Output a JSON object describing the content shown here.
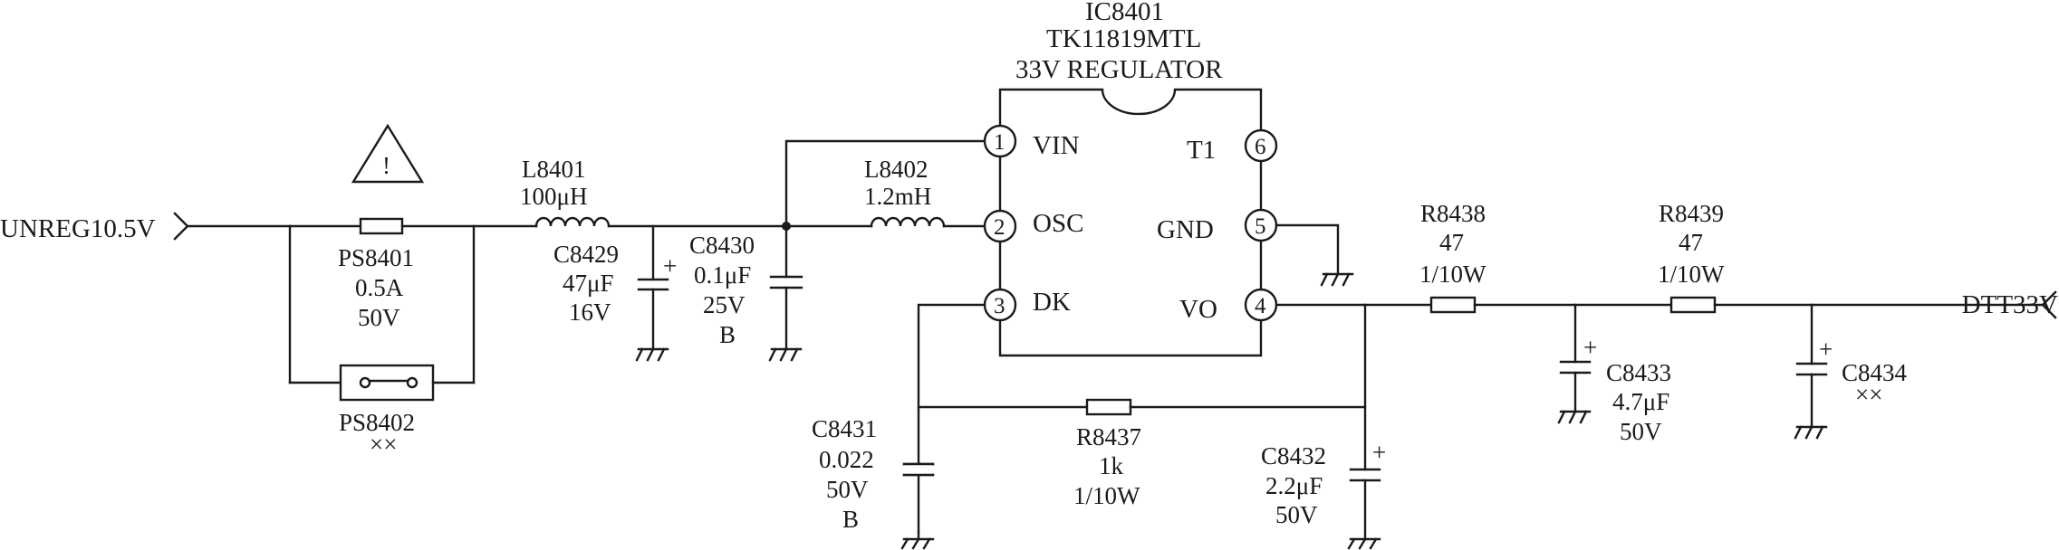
{
  "ic": {
    "ref": "IC8401",
    "part": "TK11819MTL",
    "desc": "33V REGULATOR",
    "pins": [
      {
        "num": "1",
        "name": "VIN"
      },
      {
        "num": "2",
        "name": "OSC"
      },
      {
        "num": "3",
        "name": "DK"
      },
      {
        "num": "6",
        "name": "T1"
      },
      {
        "num": "5",
        "name": "GND"
      },
      {
        "num": "4",
        "name": "VO"
      }
    ]
  },
  "ports": {
    "input": "UNREG10.5V",
    "output": "DTT33V"
  },
  "warning": {
    "symbol": "!"
  },
  "components": {
    "PS8401": {
      "ref": "PS8401",
      "rating": "0.5A",
      "voltage": "50V"
    },
    "PS8402": {
      "ref": "PS8402",
      "note": "××"
    },
    "L8401": {
      "ref": "L8401",
      "value": "100μH"
    },
    "L8402": {
      "ref": "L8402",
      "value": "1.2mH"
    },
    "C8429": {
      "ref": "C8429",
      "value": "47μF",
      "voltage": "16V"
    },
    "C8430": {
      "ref": "C8430",
      "value": "0.1μF",
      "voltage": "25V",
      "type": "B"
    },
    "C8431": {
      "ref": "C8431",
      "value": "0.022",
      "voltage": "50V",
      "type": "B"
    },
    "C8432": {
      "ref": "C8432",
      "value": "2.2μF",
      "voltage": "50V"
    },
    "C8433": {
      "ref": "C8433",
      "value": "4.7μF",
      "voltage": "50V"
    },
    "C8434": {
      "ref": "C8434",
      "note": "××"
    },
    "R8437": {
      "ref": "R8437",
      "value": "1k",
      "power": "1/10W"
    },
    "R8438": {
      "ref": "R8438",
      "value": "47",
      "power": "1/10W"
    },
    "R8439": {
      "ref": "R8439",
      "value": "47",
      "power": "1/10W"
    }
  },
  "polarity_mark": "+"
}
